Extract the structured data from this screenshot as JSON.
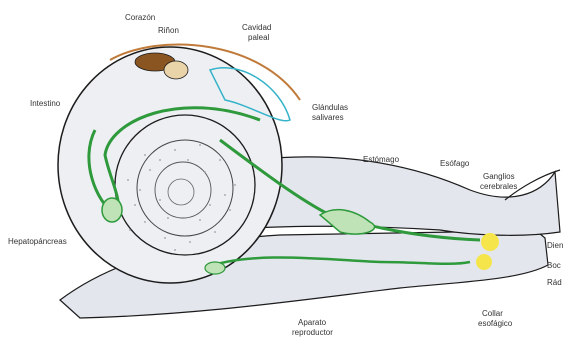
{
  "diagram": {
    "labels": {
      "corazon": "Corazón",
      "rinon": "Riñon",
      "cavidad_line1": "Cavidad",
      "cavidad_line2": "paleal",
      "intestino": "Intestino",
      "glandulas_line1": "Glándulas",
      "glandulas_line2": "salivares",
      "estomago": "Estómago",
      "esofago": "Esófago",
      "ganglios_line1": "Ganglios",
      "ganglios_line2": "cerebrales",
      "hepatopancreas": "Hepatopáncreas",
      "diente": "Dien",
      "boca": "Boc",
      "radula": "Rád",
      "collar_line1": "Collar",
      "collar_line2": "esofágico",
      "aparato_line1": "Aparato",
      "aparato_line2": "reproductor"
    },
    "colors": {
      "body_fill": "#e4e6ee",
      "shell_fill": "#eeeff3",
      "outline": "#1c1c1c",
      "organ_green": "#2e9a3c",
      "organ_light": "#bfe3b6",
      "heart": "#8a5520",
      "shell_edge": "#c07a3a",
      "ganglia": "#f5e54a",
      "mantle_cyan": "#35b3c8"
    }
  }
}
